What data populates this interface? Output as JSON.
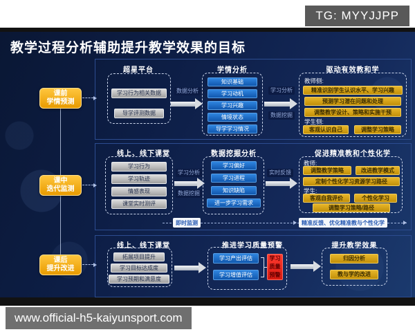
{
  "page": {
    "tg_badge": "TG: MYYJJPP",
    "url_badge": "www.official-h5-kaiyunsport.com"
  },
  "slide": {
    "title": "教学过程分析辅助提升教学效果的目标"
  },
  "phases": [
    {
      "line1": "课前",
      "line2": "学情预测"
    },
    {
      "line1": "课中",
      "line2": "迭代监测"
    },
    {
      "line1": "课后",
      "line2": "提升改进"
    }
  ],
  "row1": {
    "left_title": "超星平台",
    "left_items": [
      "学习行为相关数据",
      "导学评测数据"
    ],
    "arrow1_label": "数据分析",
    "mid_title": "学情分析",
    "mid_items": [
      "知识基础",
      "学习动机",
      "学习兴趣",
      "情境状态",
      "导学学习情况"
    ],
    "arrow2_top": "学习分析",
    "arrow2_bottom": "数据挖掘",
    "right_title": "驱动有效教和学",
    "teacher_label": "教师侧:",
    "teacher_items": [
      "精准识别学生认识水平、学习兴趣",
      "预测学习潜在问题和处理",
      "调整教学设计、策略和实施干预"
    ],
    "student_label": "学生侧:",
    "student_items": [
      "客观认识自己",
      "调整学习策略"
    ]
  },
  "row2": {
    "left_title": "线上、线下课堂",
    "left_items": [
      "学习行为",
      "学习轨迹",
      "情感表现",
      "课堂实时测评"
    ],
    "arrow1_top": "学习分析",
    "arrow1_bottom": "数据挖掘",
    "mid_title": "数据挖掘分析",
    "mid_items": [
      "学习偏好",
      "学习进程",
      "知识缺陷",
      "进一步学习需求"
    ],
    "arrow2_label": "实时反馈",
    "right_title": "促进精准教和个性化学",
    "teacher_label": "教师:",
    "teacher_items": [
      "调整教学策略",
      "改进教学模式",
      "定制个性化学习资源学习路径"
    ],
    "student_label": "学生:",
    "student_items": [
      "客观自我评价",
      "个性化学习",
      "调整学习策略/路径"
    ],
    "footer_left": "即时监测",
    "footer_right": "精准反馈、优化精准教与个性化学"
  },
  "row3": {
    "left_title": "线上、线下课堂",
    "left_items": [
      "拓展项目提升",
      "学习目标达成度",
      "学习预期和满意度"
    ],
    "mid_title": "推进学习质量预警",
    "mid_items": [
      "学习产出评估",
      "学习增值评估"
    ],
    "alert": "学习质量预警",
    "right_title": "提升教学效果",
    "right_items": [
      "归因分析",
      "教与学的改进"
    ]
  },
  "palette": {
    "slide_bg": "#0d1e46",
    "phase_orange": "#f3a914",
    "box_blue": "#1e6fc9",
    "box_gold": "#d3a318",
    "box_gray": "#bdbdbd",
    "alert_red": "#ee2b20",
    "frame_blue": "#2c4c90"
  }
}
